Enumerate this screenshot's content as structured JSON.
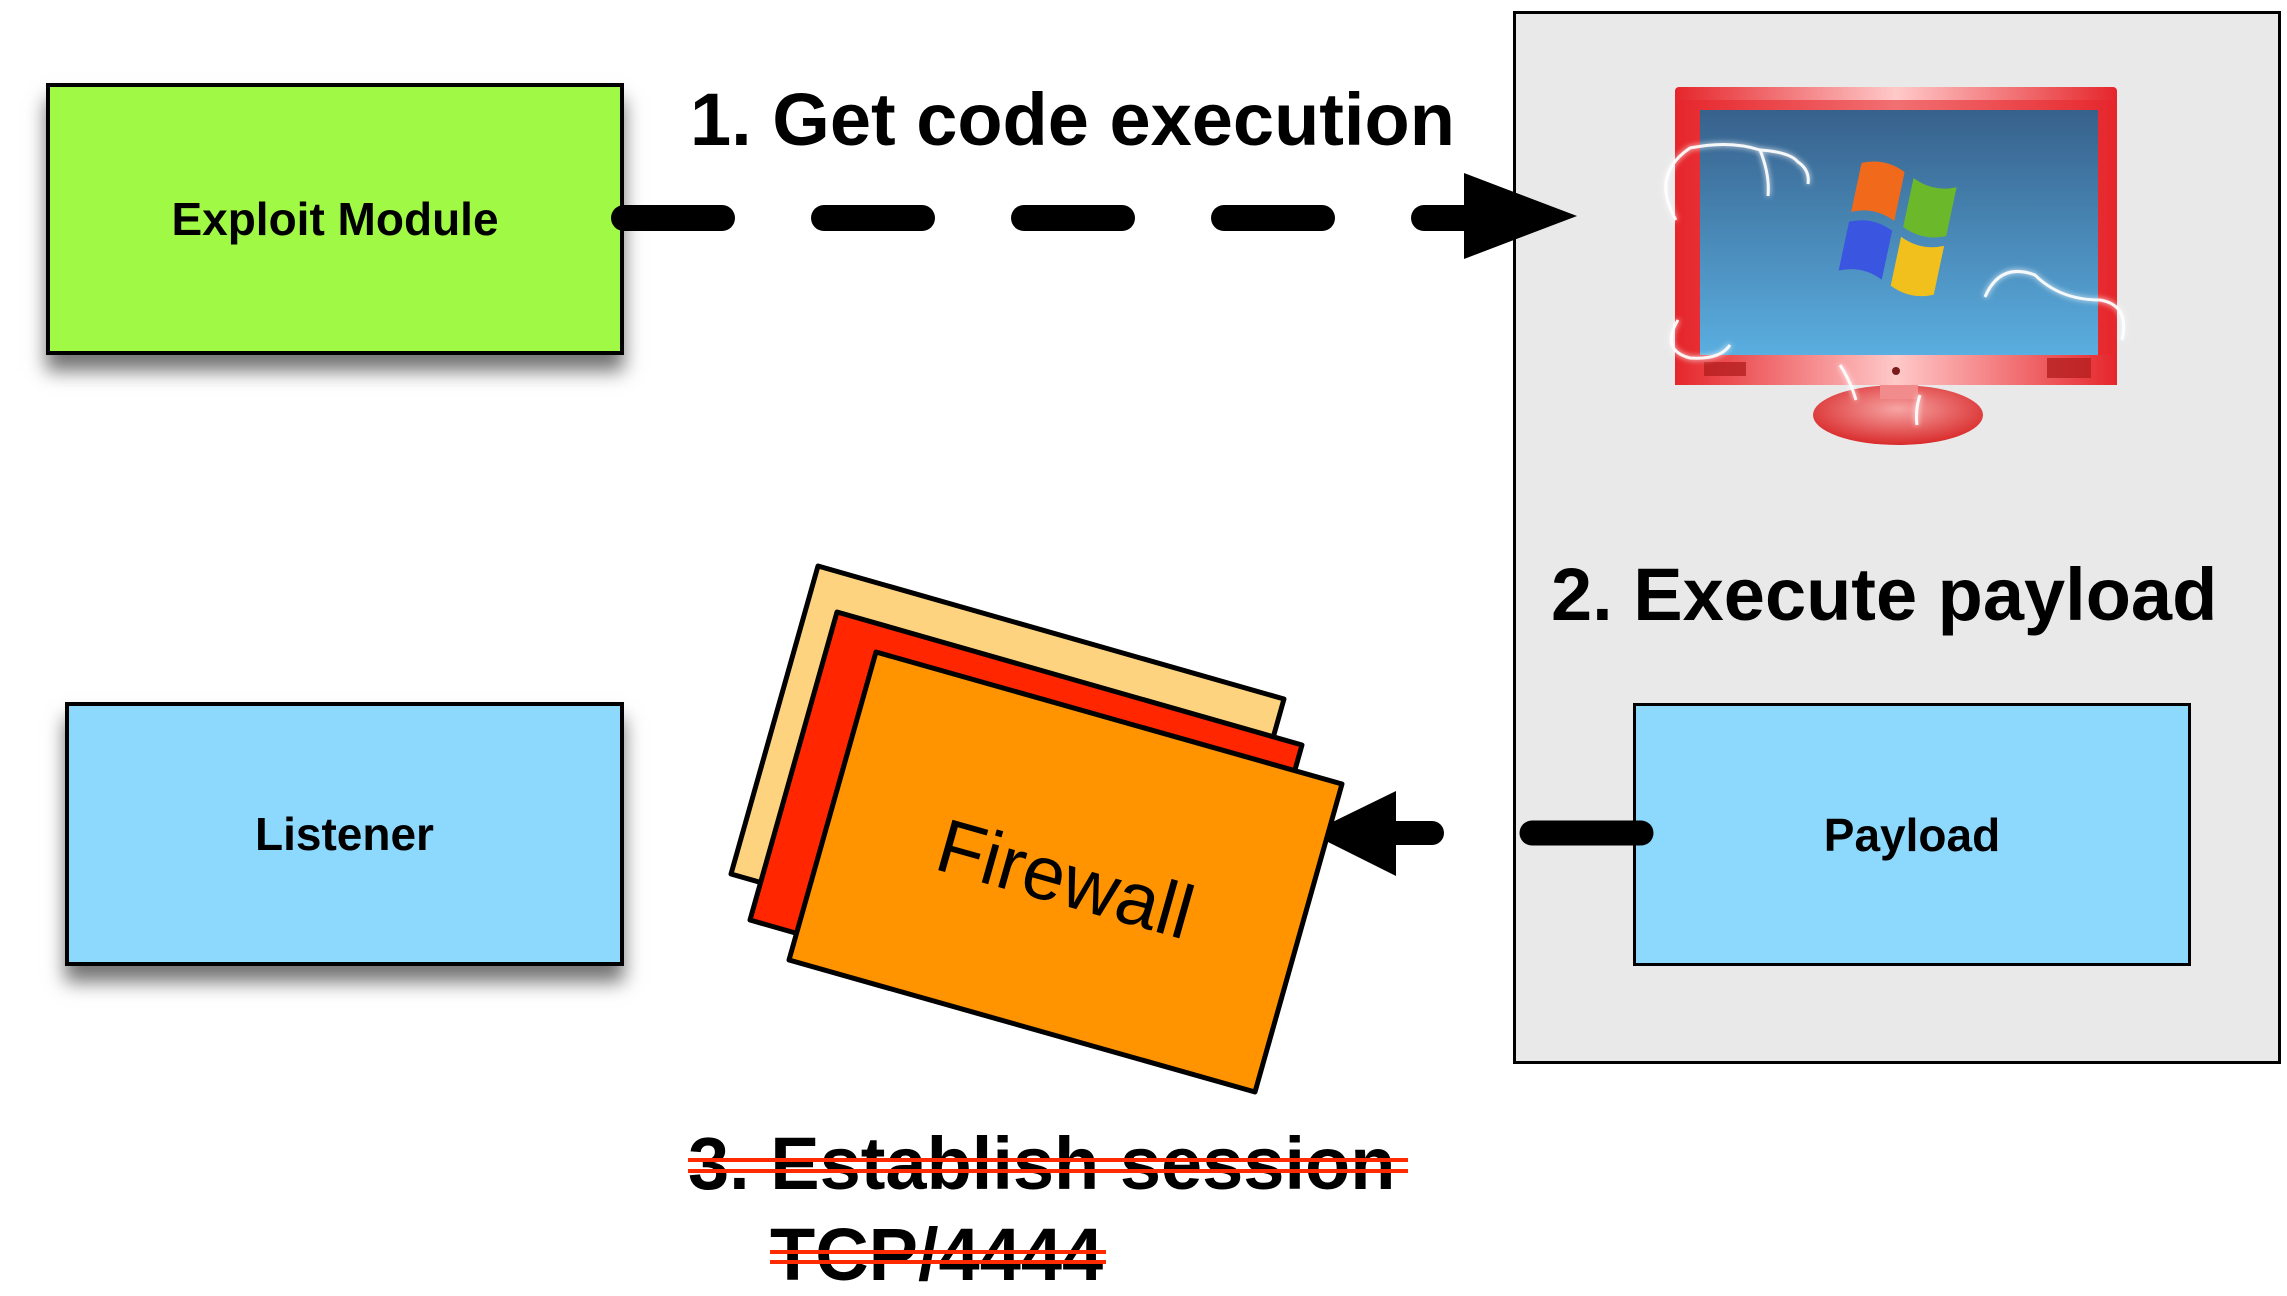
{
  "diagram": {
    "exploit_module": {
      "label": "Exploit Module",
      "fill": "#a0f945"
    },
    "listener": {
      "label": "Listener",
      "fill": "#8cd9fd"
    },
    "payload": {
      "label": "Payload",
      "fill": "#8cd9fd"
    },
    "target_panel": {
      "fill": "#e9e9e9",
      "icon": "windows-monitor-icon"
    },
    "firewall": {
      "label": "Firewall",
      "layers": [
        {
          "name": "back",
          "fill": "#fed37f"
        },
        {
          "name": "middle",
          "fill": "#ff2600"
        },
        {
          "name": "front",
          "fill": "#ff9300"
        }
      ]
    },
    "steps": [
      {
        "label": "1. Get code execution",
        "struck": false
      },
      {
        "label": "2. Execute payload",
        "struck": false
      },
      {
        "label": "3. Establish session",
        "struck": true
      },
      {
        "label": "TCP/4444",
        "struck": true
      }
    ],
    "strike_color": "#ff2a00",
    "arrows": [
      {
        "from": "exploit_module",
        "to": "target_panel",
        "style": "dashed"
      },
      {
        "from": "payload",
        "to": "firewall",
        "style": "solid"
      }
    ]
  }
}
